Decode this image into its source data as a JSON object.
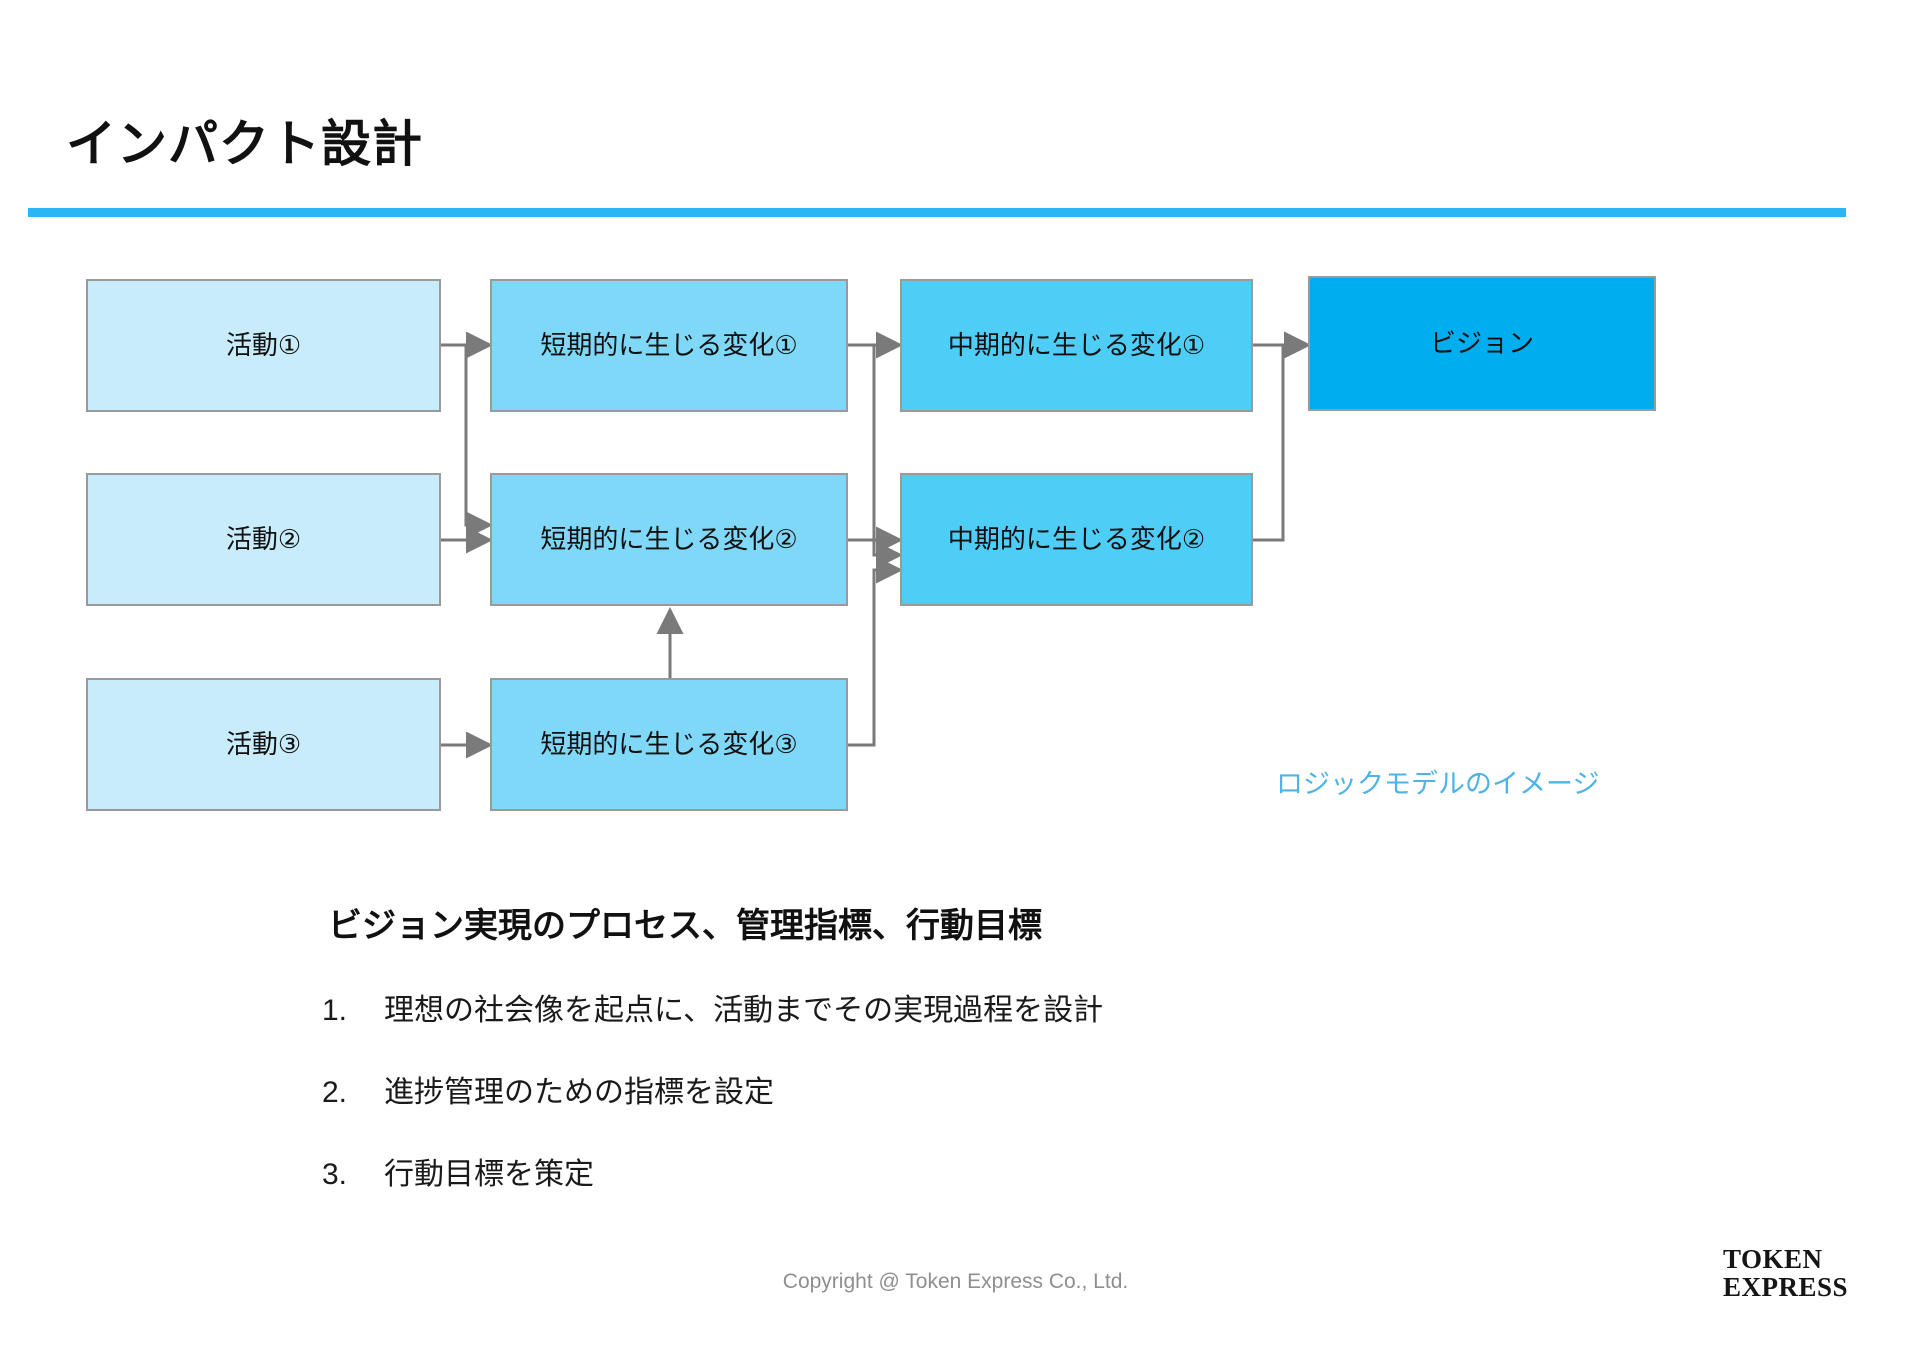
{
  "slide": {
    "title": "インパクト設計",
    "accent_color": "#29b6f6"
  },
  "diagram": {
    "annotation": "ロジックモデルのイメージ",
    "columns": {
      "activities": {
        "fill": "#c8ecfb",
        "nodes": [
          {
            "label": "活動①"
          },
          {
            "label": "活動②"
          },
          {
            "label": "活動③"
          }
        ]
      },
      "short_term": {
        "fill": "#7fd8f7",
        "nodes": [
          {
            "label": "短期的に生じる変化①"
          },
          {
            "label": "短期的に生じる変化②"
          },
          {
            "label": "短期的に生じる変化③"
          }
        ]
      },
      "mid_term": {
        "fill": "#4ecdf7",
        "nodes": [
          {
            "label": "中期的に生じる変化①"
          },
          {
            "label": "中期的に生じる変化②"
          }
        ]
      },
      "vision": {
        "fill": "#00aeef",
        "nodes": [
          {
            "label": "ビジョン"
          }
        ]
      }
    }
  },
  "content": {
    "heading": "ビジョン実現のプロセス、管理指標、行動目標",
    "items": [
      {
        "marker": "1.",
        "text": "理想の社会像を起点に、活動までその実現過程を設計"
      },
      {
        "marker": "2.",
        "text": "進捗管理のための指標を設定"
      },
      {
        "marker": "3.",
        "text": "行動目標を策定"
      }
    ]
  },
  "footer": {
    "copyright": "Copyright @ Token Express Co., Ltd.",
    "logo_line1": "TOKEN",
    "logo_line2": "EXPRESS"
  }
}
